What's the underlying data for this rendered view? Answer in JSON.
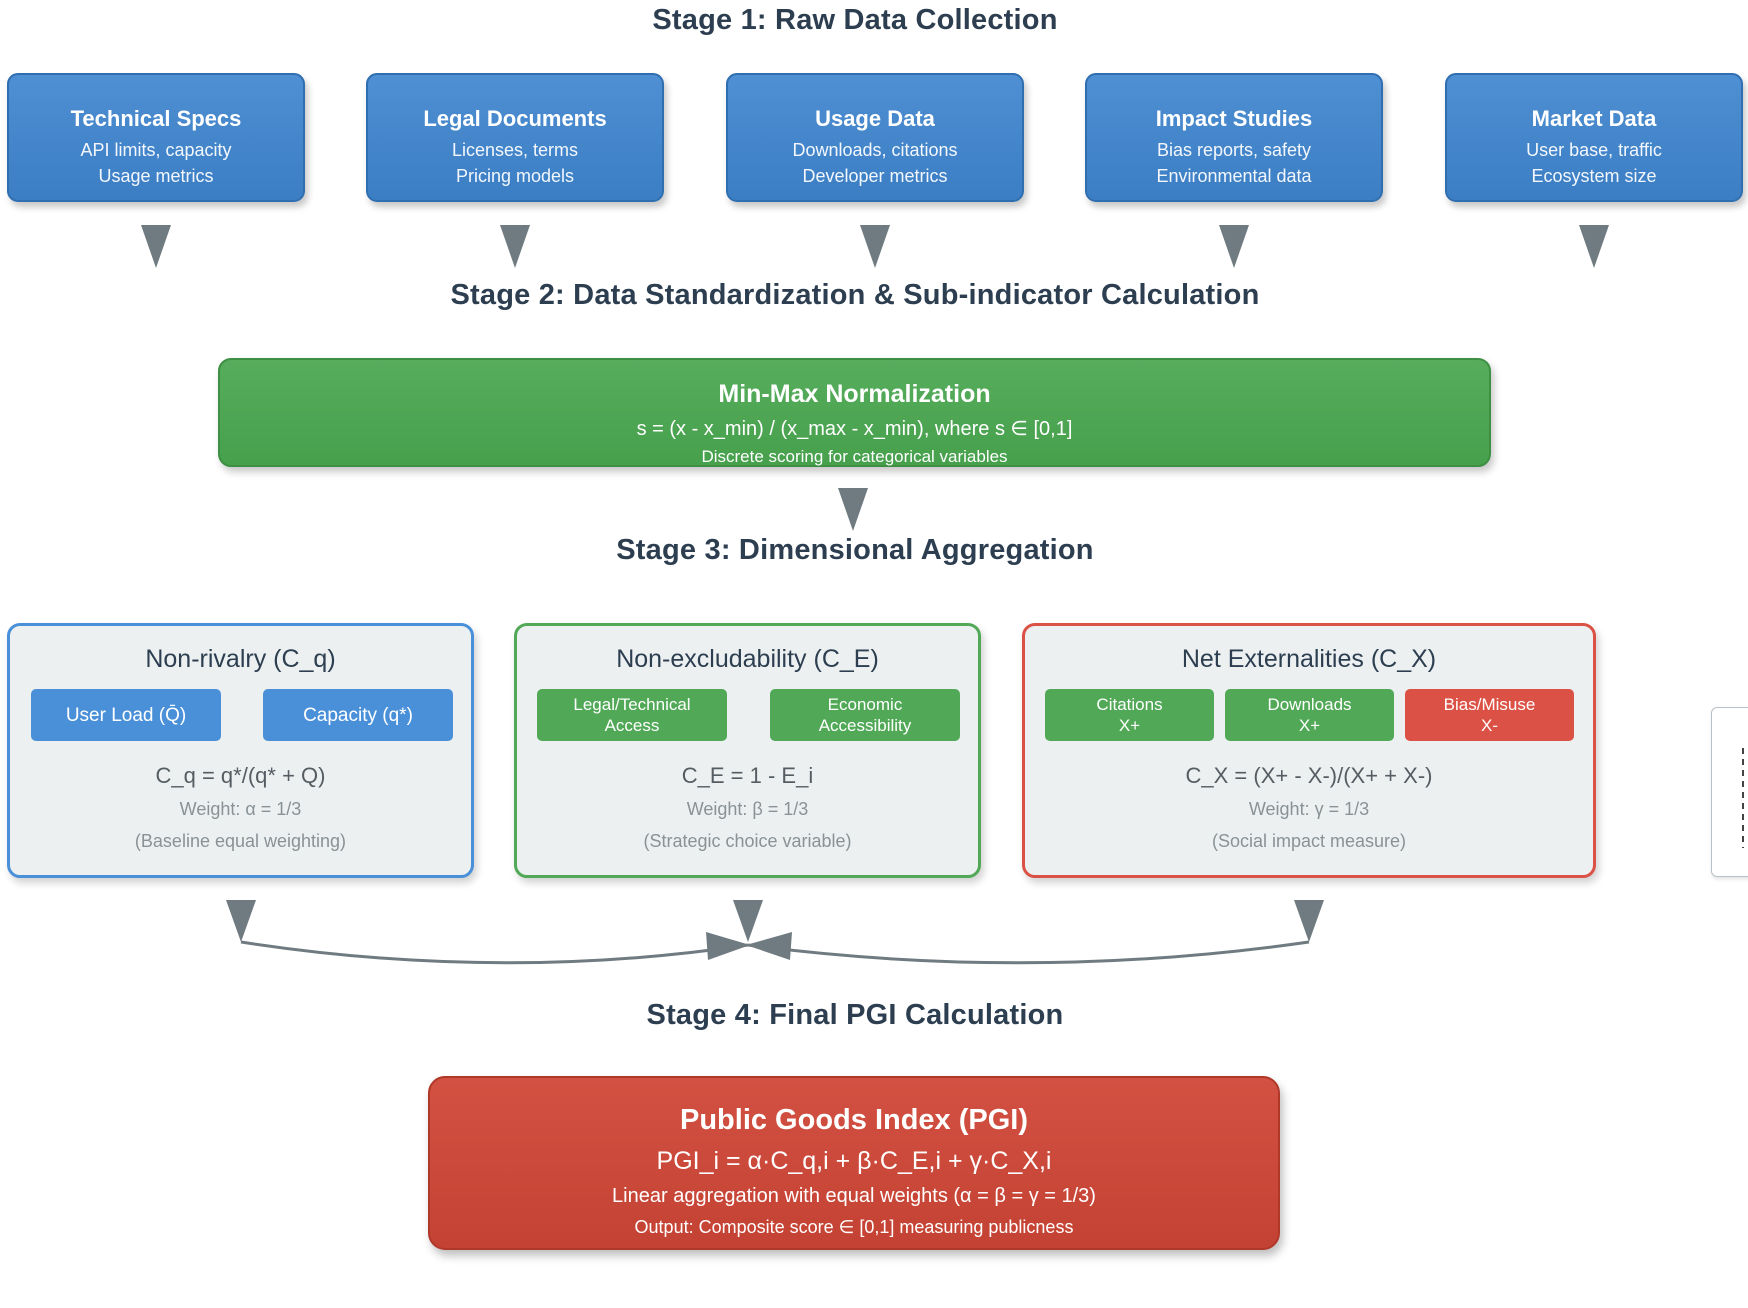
{
  "stages": {
    "stage1": "Stage 1: Raw Data Collection",
    "stage2": "Stage 2: Data Standardization & Sub-indicator Calculation",
    "stage3": "Stage 3: Dimensional Aggregation",
    "stage4": "Stage 4: Final PGI Calculation"
  },
  "sources": [
    {
      "title": "Technical Specs",
      "line1": "API limits, capacity",
      "line2": "Usage metrics"
    },
    {
      "title": "Legal Documents",
      "line1": "Licenses, terms",
      "line2": "Pricing models"
    },
    {
      "title": "Usage Data",
      "line1": "Downloads, citations",
      "line2": "Developer metrics"
    },
    {
      "title": "Impact Studies",
      "line1": "Bias reports, safety",
      "line2": "Environmental data"
    },
    {
      "title": "Market Data",
      "line1": "User base, traffic",
      "line2": "Ecosystem size"
    }
  ],
  "normalization": {
    "title": "Min-Max Normalization",
    "formula": "s = (x - x_min) / (x_max - x_min), where s ∈ [0,1]",
    "note": "Discrete scoring for categorical variables"
  },
  "dimensions": [
    {
      "title": "Non-rivalry (C_q)",
      "chips": [
        "User Load (Q̄)",
        "Capacity (q*)"
      ],
      "formula": "C_q = q*/(q* + Q)",
      "weight": "Weight: α = 1/3",
      "note": "(Baseline equal weighting)"
    },
    {
      "title": "Non-excludability (C_E)",
      "chips": [
        [
          "Legal/Technical",
          "Access"
        ],
        [
          "Economic",
          "Accessibility"
        ]
      ],
      "formula": "C_E = 1 - E_i",
      "weight": "Weight: β = 1/3",
      "note": "(Strategic choice variable)"
    },
    {
      "title": "Net Externalities (C_X)",
      "chips": [
        [
          "Citations",
          "X+"
        ],
        [
          "Downloads",
          "X+"
        ],
        [
          "Bias/Misuse",
          "X-"
        ]
      ],
      "formula": "C_X = (X+ - X-)/(X+ + X-)",
      "weight": "Weight: γ = 1/3",
      "note": "(Social impact measure)"
    }
  ],
  "pgi": {
    "title": "Public Goods Index (PGI)",
    "formula": "PGI_i = α·C_q,i + β·C_E,i + γ·C_X,i",
    "description": "Linear aggregation with equal weights (α = β = γ = 1/3)",
    "output": "Output: Composite score ∈ [0,1] measuring publicness"
  },
  "colors": {
    "blue": "#4a90d9",
    "green": "#51a957",
    "red": "#dc5145",
    "arrow": "#6f7b80",
    "text": "#2c3e50"
  }
}
